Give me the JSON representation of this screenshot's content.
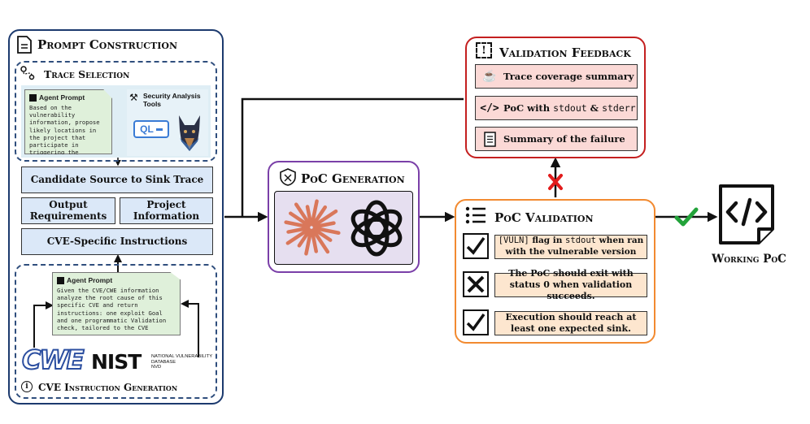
{
  "prompt_construction": {
    "title": "Prompt Construction",
    "trace_selection": {
      "title": "Trace Selection",
      "agent_prompt_title": "Agent Prompt",
      "agent_prompt_text": "Based on the vulnerability information, propose likely locations in the project that participate in triggering the vulnerability.",
      "tools_title": "Security Analysis Tools",
      "ql_label": "QL"
    },
    "candidate_trace": "Candidate Source to Sink Trace",
    "output_requirements": "Output Requirements",
    "project_information": "Project Information",
    "cve_instructions": "CVE-Specific Instructions",
    "cve_instruction_generation": {
      "title": "CVE Instruction Generation",
      "agent_prompt_title": "Agent Prompt",
      "agent_prompt_text": "Given the CVE/CWE information analyze the root cause of this specific CVE and return instructions: one exploit Goal and one programmatic Validation check, tailored to the CVE",
      "cwe_logo": "CWE",
      "nist_logo": "NIST",
      "nvd_line1": "NATIONAL VULNERABILITY",
      "nvd_line2": "DATABASE",
      "nvd_line3": "NVD"
    }
  },
  "poc_generation": {
    "title": "PoC Generation"
  },
  "validation_feedback": {
    "title": "Validation Feedback",
    "items": [
      "Trace coverage summary",
      {
        "before": "PoC with ",
        "code1": "stdout",
        "mid": " & ",
        "code2": "stderr"
      },
      "Summary of the failure"
    ]
  },
  "poc_validation": {
    "title": "PoC Validation",
    "checks": [
      {
        "code": "[VULN]",
        "t1": " flag in ",
        "code2": "stdout",
        "t2": " when ran with the vulnerable version",
        "status": "check"
      },
      {
        "text": "The PoC should exit with status 0 when validation succeeds.",
        "status": "cross"
      },
      {
        "text": "Execution should reach at least one expected sink.",
        "status": "check"
      }
    ]
  },
  "working_poc": {
    "label": "Working PoC"
  },
  "colors": {
    "blue_border": "#1c3a6e",
    "purple": "#7a3fa8",
    "red": "#c41f1f",
    "orange": "#f28a30",
    "fail_x": "#e21b1b",
    "success_check": "#22a33a",
    "claude": "#d9775a"
  }
}
